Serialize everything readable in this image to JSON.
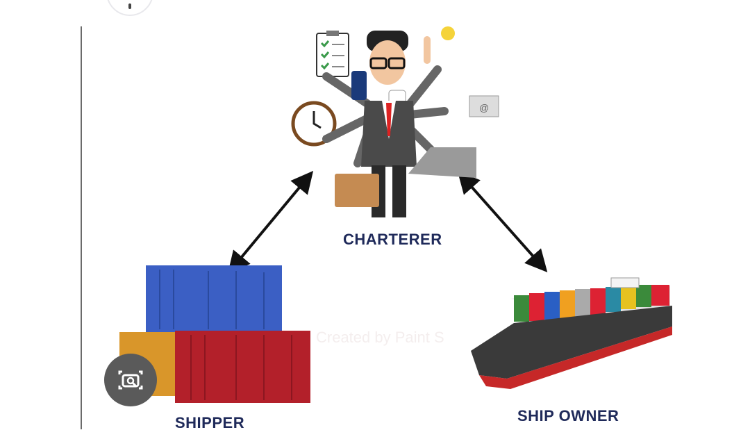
{
  "diagram": {
    "roles": {
      "charterer": "CHARTERER",
      "shipper": "SHIPPER",
      "ship_owner": "SHIP OWNER"
    },
    "watermark": "Created by Paint S",
    "relations": [
      {
        "from": "SHIPPER",
        "to": "CHARTERER",
        "type": "bidirectional"
      },
      {
        "from": "CHARTERER",
        "to": "SHIP OWNER",
        "type": "bidirectional"
      }
    ]
  },
  "colors": {
    "label": "#1f2a5a",
    "container_blue": "#3b5fc4",
    "container_red": "#b3202a",
    "container_orange": "#d9962a",
    "ship_hull": "#3a3a3a",
    "ship_keel": "#c62828"
  },
  "controls": {
    "lens_button_icon": "camera-search-icon"
  }
}
